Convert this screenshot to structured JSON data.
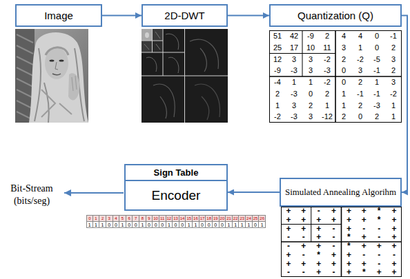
{
  "diagram": {
    "nodes": [
      {
        "text": [
          "Image"
        ]
      },
      {
        "text": [
          "2D-DWT"
        ]
      },
      {
        "text": [
          "Quantization (Q)"
        ]
      },
      {
        "text": [
          "Simulated Annealing Algorihm"
        ]
      },
      {
        "text": [
          "Sign Table",
          "Encoder"
        ]
      }
    ],
    "edges": [
      {
        "from": 0,
        "to": 1,
        "arrow": "to"
      },
      {
        "from": 1,
        "to": 2,
        "arrow": "to"
      },
      {
        "from": 2,
        "to": 3,
        "arrow": "to"
      },
      {
        "from": 3,
        "to": 4,
        "arrow": "to"
      }
    ],
    "labels": [
      "51",
      "42",
      "-9",
      "2",
      "4",
      "4",
      "0",
      "-1",
      "25",
      "17",
      "10",
      "11",
      "3",
      "1",
      "0",
      "2",
      "12",
      "3",
      "3",
      "-2",
      "2",
      "-2",
      "-5",
      "3",
      "-9",
      "-3",
      "3",
      "-3",
      "0",
      "3",
      "-1",
      "2",
      "-4",
      "1",
      "1",
      "-2",
      "0",
      "2",
      "1",
      "3",
      "2",
      "-3",
      "0",
      "2",
      "1",
      "-1",
      "-1",
      "-2",
      "1",
      "3",
      "2",
      "1",
      "1",
      "2",
      "-3",
      "1",
      "-2",
      "-3",
      "3",
      "-12",
      "2",
      "0",
      "2",
      "1",
      "+",
      "+",
      "-",
      "+",
      "+",
      "+",
      "*",
      "+",
      "+",
      "+",
      "+",
      "+",
      "+",
      "+",
      "*",
      "+",
      "+",
      "+",
      "+",
      "-",
      "+",
      "-",
      "-",
      "+",
      "-",
      "-",
      "+",
      "-",
      "*",
      "+",
      "-",
      "+",
      "-",
      "+",
      "+",
      "-",
      "*",
      "+",
      "+",
      "+",
      "+",
      "-",
      "*",
      "+",
      "+",
      "-",
      "-",
      "-",
      "+",
      "+",
      "+",
      "+",
      "+",
      "+",
      "-",
      "+",
      "-",
      "-",
      "+",
      "-",
      "+",
      "*",
      "+",
      "+",
      "0",
      "1",
      "2",
      "3",
      "4",
      "5",
      "6",
      "7",
      "8",
      "9",
      "10",
      "11",
      "12",
      "13",
      "14",
      "15",
      "16",
      "17",
      "18",
      "19",
      "20",
      "21",
      "22",
      "23",
      "24",
      "25",
      "26",
      "1",
      "1",
      "1",
      "0",
      "0",
      "1",
      "0",
      "0",
      "1",
      "0",
      "0",
      "0",
      "1",
      "0",
      "0",
      "1",
      "1",
      "0",
      "0",
      "0",
      "0",
      "1",
      "1",
      "1",
      "1",
      "0",
      "1",
      "Bit-Stream (bits/seg)"
    ]
  }
}
